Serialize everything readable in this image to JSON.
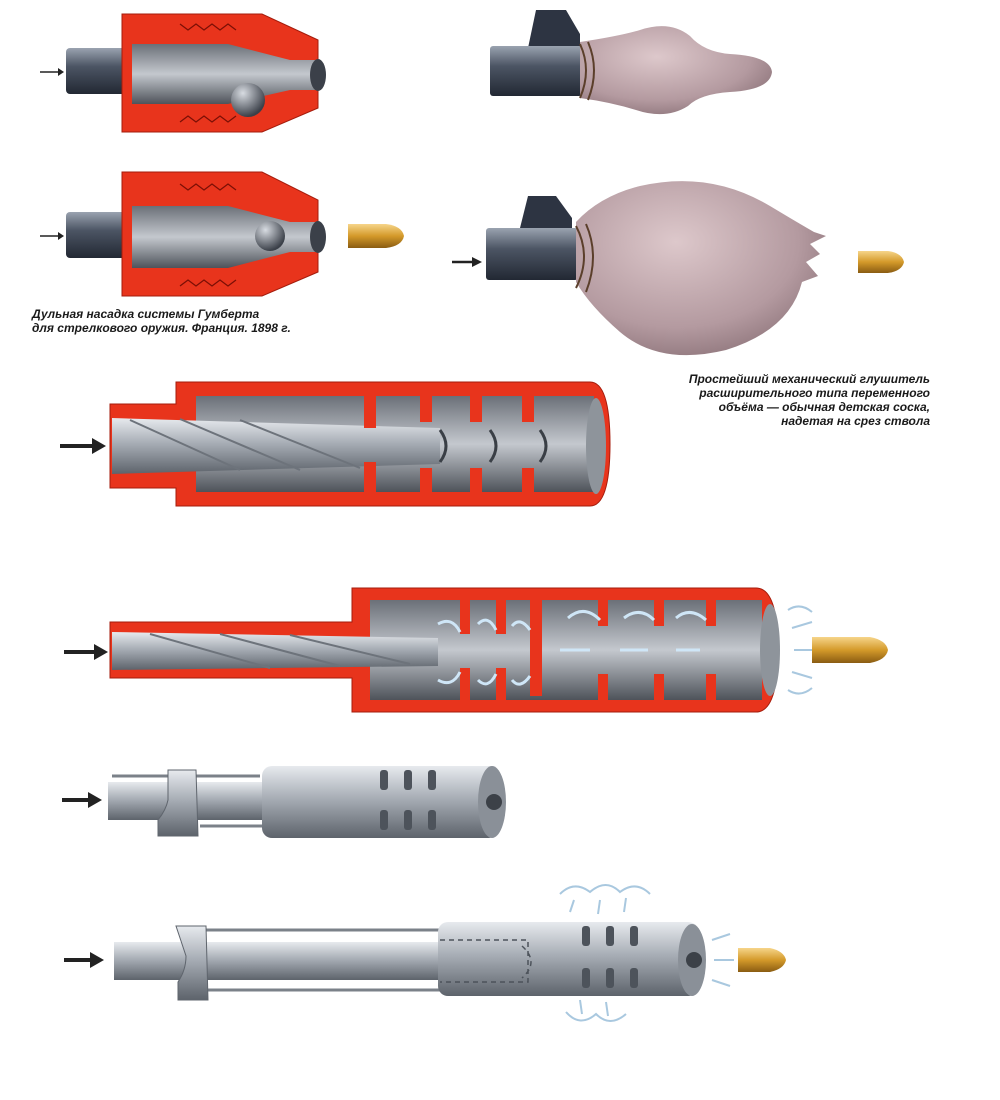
{
  "captions": {
    "humbert": {
      "line1": "Дульная насадка системы Гумберта",
      "line2": "для стрелкового оружия. Франция. 1898 г."
    },
    "pacifier": {
      "line1": "Простейший механический глушитель",
      "line2": "расширительного типа переменного",
      "line3": "объёма — обычная детская соска,",
      "line4": "надетая на срез ствола"
    }
  },
  "colors": {
    "housing": "#e8341c",
    "barrel": "#5a6270",
    "barrel_light": "#aeb6c2",
    "metal": "#9ea4ab",
    "bullet": "#d49a2a",
    "rubber": "#bfa7ab",
    "gas_flow": "#cfe6f7"
  },
  "icons": [
    "arrow-icon",
    "bullet-icon",
    "gas-flow-icon",
    "ball-valve-icon"
  ]
}
